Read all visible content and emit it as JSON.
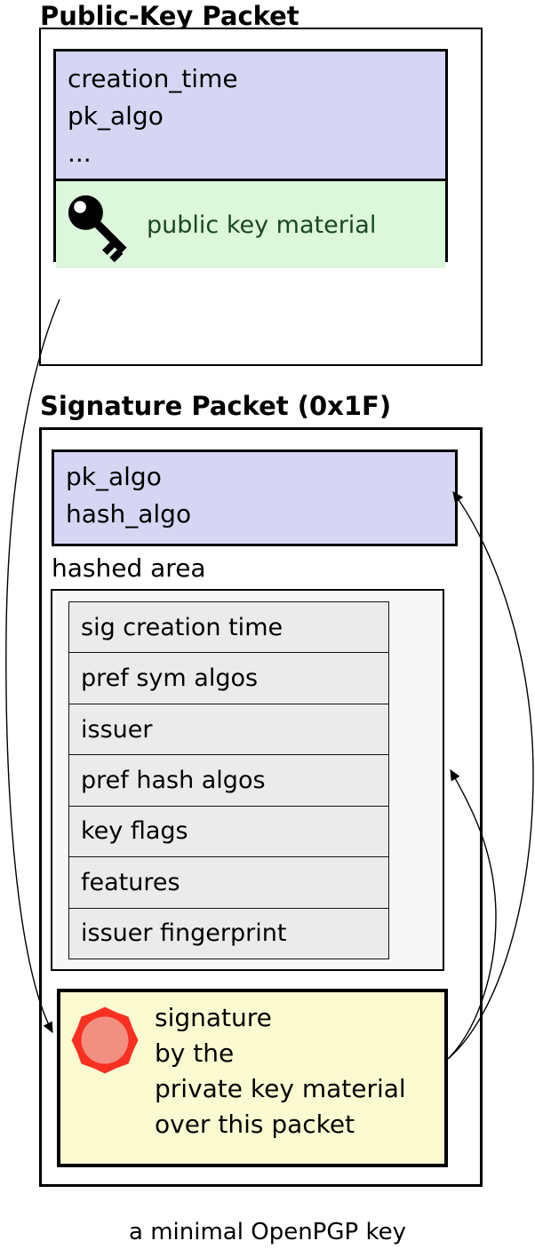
{
  "public_key_packet": {
    "title": "Public-Key Packet",
    "fields_box": {
      "lines": [
        "creation_time",
        "pk_algo",
        "..."
      ]
    },
    "key_material": {
      "icon": "key-icon",
      "label": "public key material"
    }
  },
  "signature_packet": {
    "title": "Signature Packet (0x1F)",
    "algo_box": {
      "lines": [
        "pk_algo",
        "hash_algo"
      ]
    },
    "hashed_area": {
      "label": "hashed area",
      "subpackets": [
        "sig creation time",
        "pref sym algos",
        "issuer",
        "pref hash algos",
        "key flags",
        "features",
        "issuer fingerprint"
      ]
    },
    "signature_box": {
      "icon": "seal-icon",
      "lines": [
        "signature",
        "by the",
        "private key material",
        "over this packet"
      ]
    }
  },
  "arrows": {
    "left": "pubkey-material-to-signature-seal",
    "right_outer": "signature-to-algo-box",
    "right_inner": "signature-to-hashed-area"
  },
  "caption": "a minimal OpenPGP key",
  "colors": {
    "field_fill": "#d6d6f4",
    "key_material_fill": "#dcf7dc",
    "key_material_text": "#1a471f",
    "hashed_area_fill": "#f7f7f7",
    "subpacket_row_fill": "#ebebeb",
    "signature_fill": "#fbfbd2",
    "seal_ring": "#f92f22",
    "seal_center": "#f19082",
    "line_color": "#000000"
  }
}
